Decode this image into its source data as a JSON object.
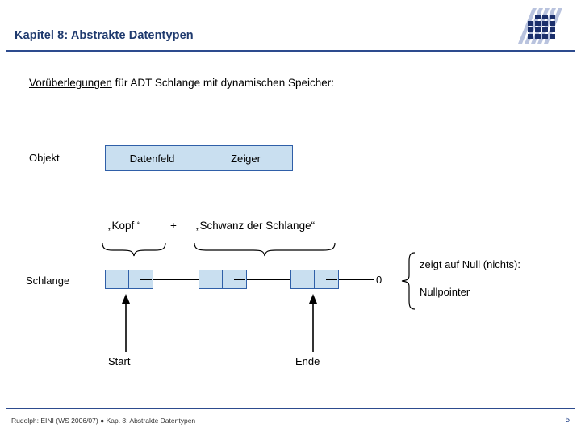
{
  "header": {
    "title": "Kapitel 8: Abstrakte Datentypen",
    "logo_name": "tu-dortmund-logo"
  },
  "body": {
    "subtitle_underlined": "Vorüberlegungen",
    "subtitle_rest": " für ADT Schlange mit dynamischen Speicher:",
    "legend": {
      "objekt_label": "Objekt",
      "datenfeld_label": "Datenfeld",
      "zeiger_label": "Zeiger"
    },
    "structure_labels": {
      "kopf": "„Kopf “",
      "plus": "+",
      "schwanz": "„Schwanz der Schlange“"
    },
    "list_row": {
      "row_label": "Schlange",
      "terminator": "0",
      "nodes": [
        {
          "data": "",
          "pointer": ""
        },
        {
          "data": "",
          "pointer": ""
        },
        {
          "data": "",
          "pointer": ""
        }
      ]
    },
    "note": {
      "line1": "zeigt auf Null (nichts):",
      "line2": "Nullpointer"
    },
    "pointers": {
      "start_label": "Start",
      "ende_label": "Ende"
    }
  },
  "footer": {
    "text": "Rudolph: EINI (WS 2006/07)  ●  Kap. 8: Abstrakte Datentypen",
    "page": "5"
  },
  "colors": {
    "accent_blue": "#2d4b8e",
    "title_blue": "#1f3a6e",
    "box_fill": "#c9dff0",
    "box_border": "#2f5fa8",
    "logo_dark": "#1b2f6b",
    "logo_mid": "#b9c3de"
  }
}
